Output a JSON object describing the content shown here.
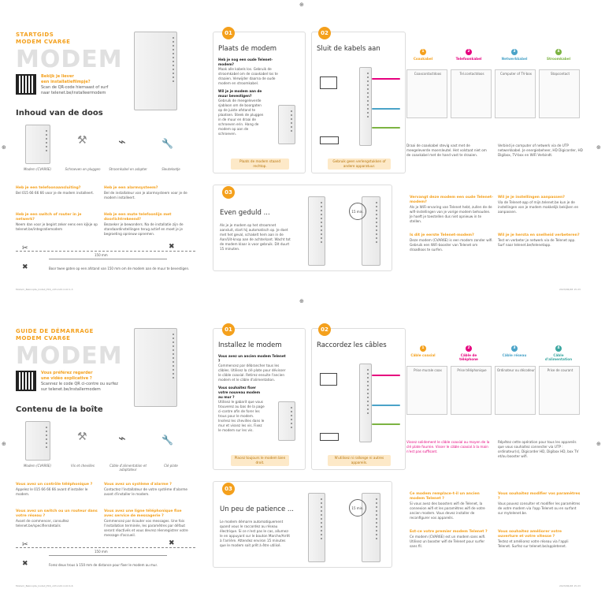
{
  "colors": {
    "accent": "#f4a01c",
    "pink": "#e6007e",
    "blue": "#4aa3c8",
    "green": "#7cb342",
    "teal": "#3aa6a0"
  },
  "nl": {
    "eyebrow1": "STARTGIDS",
    "eyebrow2": "MODEM CVAR6E",
    "brand": "MODEM",
    "qr_title": "Bekijk je liever",
    "qr_title2": "een installatiefilmpje?",
    "qr_line1": "Scan de QR-code hiernaast of surf",
    "qr_line2": "naar telenet.be/installeermodem",
    "box_title": "Inhoud van de doos",
    "box_items": [
      "Modem (CVAR6E)",
      "Schroeven en pluggen",
      "Stroomkabel en adapter",
      "Sleutelsetje"
    ],
    "faq": [
      {
        "q": "Heb je een telefoonaansluiting?",
        "a": "Bel 015 66 66 66 voor je de modem installeert."
      },
      {
        "q": "Heb je een alarmsysteem?",
        "a": "Bel de installateur van je alarmsysteem voor je de modem installeert."
      },
      {
        "q": "Heb je een switch of router in je netwerk?",
        "a": "Neem dan voor je begint zeker eens een kijkje op telenet.be/integratiemodem"
      },
      {
        "q": "Heb je een mute telefoonlijn met doorlichtrekeend?",
        "a": "Bezoeker je bewonders. Na de installatie zijn de standaardinstellingen terug actief en moet je je begroeting opnieuw opnemen."
      }
    ],
    "dist": "150 mm",
    "cutnote": "Boor twee gaten op een afstand van 150 mm om de modem aan de muur te bevestigen.",
    "s1": "01",
    "s1_title": "Plaats de modem",
    "s1_q1": "Heb je nog een oude Telenet-modem?",
    "s1_a1": "Maak alle kabels los. Gebruik de stroomkabel om de coaxkabel los te draaien. Verwijder daarna de oude modem en stroomkabel.",
    "s1_q2": "Wil je je modem aan de muur bevestigen?",
    "s1_a2": "Gebruik de meegeleverde sjabloon om de boorgaten op de juiste afstand te plaatsen. Steek de pluggen in de muur en draai de schroeven erin. Hang de modem op aan de schroeven.",
    "s1_cap": "Plaats de modem staand rechtop.",
    "s2": "02",
    "s2_title": "Sluit de kabels aan",
    "s2_cap": "Gebruik geen verlengstukken of andere apparatuur.",
    "steps": [
      "Coaxkabel",
      "Telefoonkabel",
      "Netwerkkabel",
      "Stroomkabel"
    ],
    "panels": [
      "Coaxcontactdoos",
      "Tel.contactdoos",
      "Computer of TV-box",
      "Stopcontact"
    ],
    "s2_warn1": "Draai de coaxkabel stevig vast met de meegeleverde moersleutel. Het volstaat niet om de coaxkabel met de hand vast te draaien.",
    "s2_warn2": "Verbind je computer of netwerk via de UTP netwerkkabel. Je energiebeheer, HD Digicorder, HD Digibox, TV-box en WiFi Verbindt.",
    "s3": "03",
    "s3_title": "Even geduld ...",
    "s3_time": "15 min.",
    "s3_text": "Als je je modem op het stroomnet aansluit, start hij automatisch op. Je doet met het geval, schakelt hem aan in de Aan/Uit-knop aan de achterkant. Wacht tot de modem klaar is voor gebruik. Dit duurt 15 minuten.",
    "faq2": [
      {
        "q": "Vervangt deze modem een oude Telenet-modem?",
        "a": "Als je WiFi-ervaring van Telenet hebt, zullen de de wifi-instellingen van je vorige modem behouden. Je hoeft je toestellen dus niet opnieuw in te stellen."
      },
      {
        "q": "Wil je je instellingen aanpassen?",
        "a": "Via de Telenet-app of mijn.telenet.be kun je de instellingen van je modem makkelijk bekijken en aanpassen."
      },
      {
        "q": "Is dit je eerste Telenet-modem?",
        "a": "Deze modem (CVAR6E) is een modem zonder wifi. Gebruik een WiFi-booster van Telenet om draadloos te surfen."
      },
      {
        "q": "Wil je je hersta en snelheid verbeteren?",
        "a": "Test en verbeter je netwerk via de Telenet app. Surf naar telenet.be/telenetapp."
      }
    ],
    "footer": "Modem_Beknopte_Install_P16_v03.indd.indd 1-3",
    "date": "2023/06/28 15:23"
  },
  "fr": {
    "eyebrow1": "GUIDE DE DÉMARRAGE",
    "eyebrow2": "MODEM CVAR6E",
    "brand": "MODEM",
    "qr_title": "Vous préférez regarder",
    "qr_title2": "une vidéo explicative ?",
    "qr_line1": "Scannez le code QR ci-contre ou surfez",
    "qr_line2": "sur telenet.be/installermodem",
    "box_title": "Contenu de la boîte",
    "box_items": [
      "Modem (CVAR6E)",
      "Vis et chevilles",
      "Câble d'alimentation et adaptateur",
      "Clé plate"
    ],
    "faq": [
      {
        "q": "Vous avez un contrôle téléphonique ?",
        "a": "Appelez le 015 66 66 66 avant d'installer le modem."
      },
      {
        "q": "Vous avez un système d'alarme ?",
        "a": "Contactez l'installateur de votre système d'alarme avant d'installer le modem."
      },
      {
        "q": "Vous avez un switch ou un routeur dans votre réseau ?",
        "a": "Avant de commencer, consultez telenet.be/specifiersdetails"
      },
      {
        "q": "Vous avez une ligne téléphonique fixe avec service de messagerie ?",
        "a": "Commencez par écouter vos messages. Une fois l'installation terminée, les paramètres par défaut seront réactivés et vous devrez réenregistrer votre message d'accueil."
      }
    ],
    "dist": "150 mm",
    "cutnote": "Forez deux trous à 150 mm de distance pour fixer le modem au mur.",
    "s1": "01",
    "s1_title": "Installez le modem",
    "s1_q1": "Vous avez un ancien modem Telenet ?",
    "s1_a1": "Commencez par débrancher tous les câbles. Utilisez la clé plate pour dévisser le câble coaxial. Retirez ensuite l'ancien modem et le câble d'alimentation.",
    "s1_q2": "Vous souhaitez fixer votre nouveau modem au mur ?",
    "s1_a2": "Utilisez le gabarit que vous trouverez au bas de la page ci-contre afin de forer les trous pour le modem. Insérez les chevilles dans le mur et vissez les vis. Fixez le modem sur les vis.",
    "s1_cap": "Placez toujours le modem bien droit.",
    "s2": "02",
    "s2_title": "Raccordez les câbles",
    "s2_cap": "N'utilisez ni rallonge ni autres appareils.",
    "steps": [
      "Câble coaxial",
      "Câble de téléphone",
      "Câble réseau",
      "Câble d'alimentation"
    ],
    "panels": [
      "Prise murale coax",
      "Prise téléphonique",
      "Ordinateur ou décodeur",
      "Prise de courant"
    ],
    "s2_warn1": "Vissez solidement le câble coaxial au moyen de la clé plate fournie. Visser le câble coaxial à la main n'est pas suffisant.",
    "s2_warn2": "Répétez cette opération pour tous les appareils que vous souhaitez connecter via UTP : ordinateur(s), Digicorder HD, Digibox HD, box TV et/ou booster wifi.",
    "s3": "03",
    "s3_title": "Un peu de patience ...",
    "s3_time": "15 min.",
    "s3_text": "Le modem démarre automatiquement quand vous le raccordez au réseau électrique. Si ce n'est pas le cas, allumez-le en appuyant sur le bouton Marche/Arrêt à l'arrière. Attendez environ 15 minutes que le modem soit prêt à être utilisé.",
    "faq2": [
      {
        "q": "Ce modem remplace-t-il un ancien modem Telenet ?",
        "a": "Si vous avez des boosters wifi de Telenet, la connexion wifi et les paramètres wifi de votre ancien modem. Vous devez installer de reconfigurer vos appareils."
      },
      {
        "q": "Vous souhaitez modifier vos paramètres ?",
        "a": "Vous pouvez consulter et modifier les paramètres de votre modem via l'app Telenet ou en surfant sur mytelenet.be."
      },
      {
        "q": "Est-ce votre premier modem Telenet ?",
        "a": "Ce modem (CVAR6E) est un modem sans wifi. Utilisez un booster wifi de Telenet pour surfer sans fil."
      },
      {
        "q": "Vous souhaitez améliorer votre ouverture et votre vitesse ?",
        "a": "Testez et améliorez votre réseau via l'appli Telenet. Surfez sur telenet.be/appletenet."
      }
    ],
    "footer": "Modem_Beknopte_Install_P16_v03.indd.indd 4-6",
    "date": "2023/06/28 15:23"
  }
}
